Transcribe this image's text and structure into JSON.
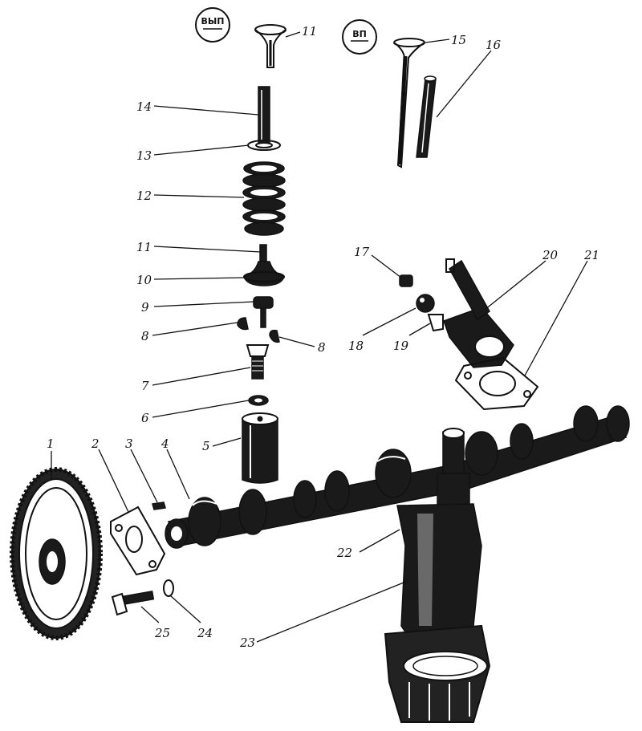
{
  "badges": [
    {
      "id": "exhaust",
      "label": "ВЫП"
    },
    {
      "id": "intake",
      "label": "ВП"
    }
  ],
  "callouts": [
    {
      "id": "c1",
      "label": "1"
    },
    {
      "id": "c2",
      "label": "2"
    },
    {
      "id": "c3",
      "label": "3"
    },
    {
      "id": "c4",
      "label": "4"
    },
    {
      "id": "c5",
      "label": "5"
    },
    {
      "id": "c6",
      "label": "6"
    },
    {
      "id": "c7",
      "label": "7"
    },
    {
      "id": "c8a",
      "label": "8"
    },
    {
      "id": "c8b",
      "label": "8"
    },
    {
      "id": "c9",
      "label": "9"
    },
    {
      "id": "c10",
      "label": "10"
    },
    {
      "id": "c11a",
      "label": "11"
    },
    {
      "id": "c11b",
      "label": "11"
    },
    {
      "id": "c12",
      "label": "12"
    },
    {
      "id": "c13",
      "label": "13"
    },
    {
      "id": "c14",
      "label": "14"
    },
    {
      "id": "c15",
      "label": "15"
    },
    {
      "id": "c16",
      "label": "16"
    },
    {
      "id": "c17",
      "label": "17"
    },
    {
      "id": "c18",
      "label": "18"
    },
    {
      "id": "c19",
      "label": "19"
    },
    {
      "id": "c20",
      "label": "20"
    },
    {
      "id": "c21",
      "label": "21"
    },
    {
      "id": "c22",
      "label": "22"
    },
    {
      "id": "c23",
      "label": "23"
    },
    {
      "id": "c24",
      "label": "24"
    },
    {
      "id": "c25",
      "label": "25"
    }
  ]
}
